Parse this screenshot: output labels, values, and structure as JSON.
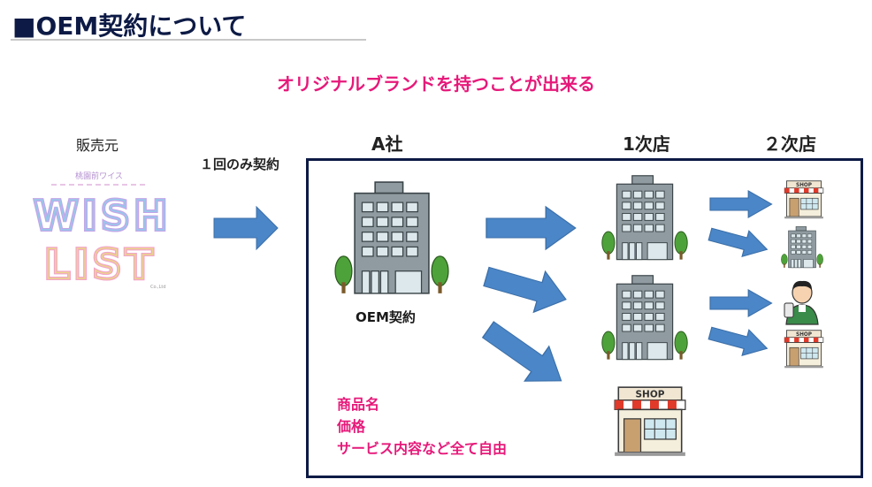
{
  "header": {
    "title": "■OEM契約について"
  },
  "headline": "オリジナルブランドを持つことが出来る",
  "labels": {
    "seller": "販売元",
    "contract_once": "１回のみ契約",
    "company_a": "A社",
    "tier1": "1次店",
    "tier2": "２次店",
    "oem_contract": "OEM契約"
  },
  "logo": {
    "name": "WISH LIST",
    "text_top": "桃園前ワイス",
    "line1": "WISH",
    "line2": "LIST",
    "small": "Co.,Ltd"
  },
  "shop_sign": "SHOP",
  "freedom": [
    "商品名",
    "価格",
    "サービス内容など全て自由"
  ],
  "colors": {
    "navy": "#0d1a45",
    "pink": "#e6197a",
    "arrow_blue": "#4a86c8",
    "building_gray": "#8f9ba0"
  }
}
